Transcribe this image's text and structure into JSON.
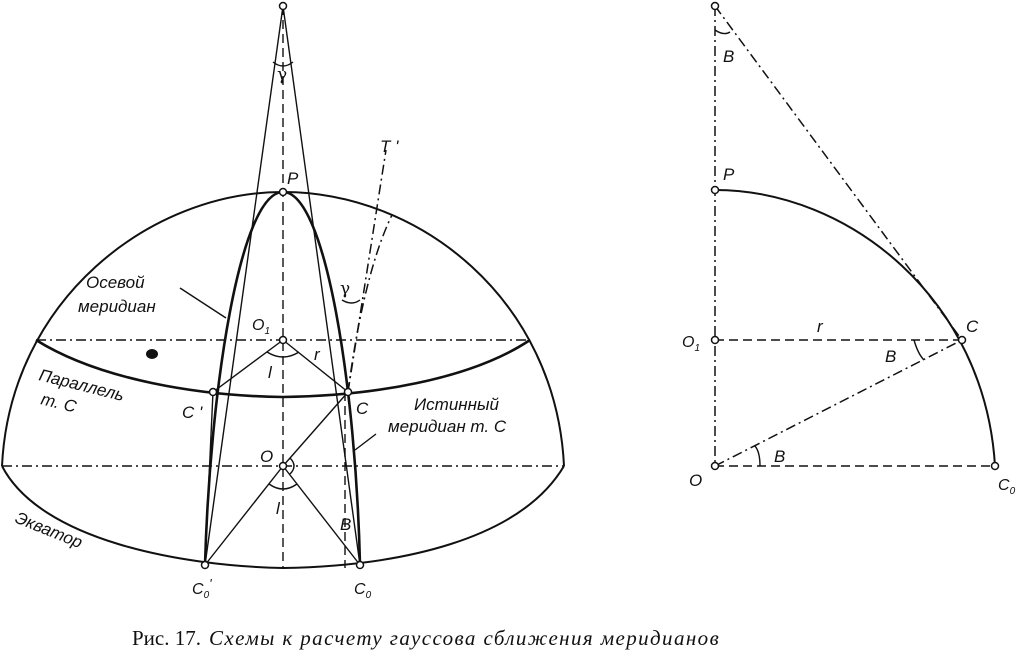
{
  "figure": {
    "caption_prefix": "Рис. 17.",
    "caption_title": "Схемы к расчету гауссова сближения меридианов"
  },
  "left_diagram": {
    "labels": {
      "gamma_top": "γ",
      "P": "P",
      "T_prime": "T '",
      "gamma_mid": "γ",
      "axial_meridian_line1": "Осевой",
      "axial_meridian_line2": "меридиан",
      "O1": "O",
      "O1_sub": "1",
      "r": "r",
      "l_upper": "l",
      "parallel_line1": "Параллель",
      "parallel_line2": "т. С",
      "C_prime": "C '",
      "C": "C",
      "true_meridian_line1": "Истинный",
      "true_meridian_line2": "меридиан т. С",
      "O": "O",
      "l_lower": "l",
      "B": "B",
      "equator": "Экватор",
      "C0_prime": "C",
      "C0_prime_sub": "0",
      "C0_prime_mark": "'",
      "C0": "C",
      "C0_sub": "0"
    }
  },
  "right_diagram": {
    "labels": {
      "B_top": "B",
      "P": "P",
      "O1": "O",
      "O1_sub": "1",
      "r": "r",
      "C": "C",
      "B_mid": "B",
      "O": "O",
      "B_bottom": "B",
      "C0": "C",
      "C0_sub": "0"
    }
  }
}
